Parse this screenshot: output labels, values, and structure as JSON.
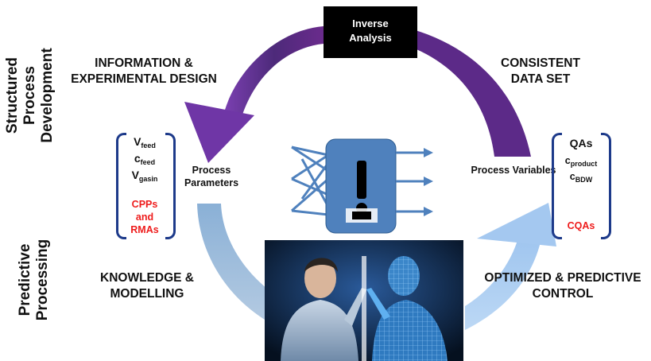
{
  "side_labels": {
    "top": [
      "Structured",
      "Process",
      "Development"
    ],
    "bottom": [
      "Predictive",
      "Processing"
    ]
  },
  "center_box": [
    "Inverse",
    "Analysis"
  ],
  "quadrants": {
    "top_left": [
      "INFORMATION &",
      "EXPERIMENTAL DESIGN"
    ],
    "top_right": [
      "CONSISTENT",
      "DATA SET"
    ],
    "bottom_left": [
      "KNOWLEDGE &",
      "MODELLING"
    ],
    "bottom_right": [
      "OPTIMIZED & PREDICTIVE",
      "CONTROL"
    ]
  },
  "process_parameters": [
    "Process",
    "Parameters"
  ],
  "process_variables": "Process Variables",
  "left_list": {
    "v_feed": {
      "base": "V",
      "sub": "feed"
    },
    "c_feed": {
      "base": "c",
      "sub": "feed"
    },
    "v_gasin": {
      "base": "V",
      "sub": "gasin"
    },
    "cpps": "CPPs",
    "and": "and",
    "rmas": "RMAs"
  },
  "right_list": {
    "qas": "QAs",
    "c_product": {
      "base": "c",
      "sub": "product"
    },
    "c_bdw": {
      "base": "c",
      "sub": "BDW"
    },
    "cqas": "CQAs"
  },
  "colors": {
    "purple_arrow": "#5e2a86",
    "blue_arrow": "#8fb3d6",
    "bracket": "#1d3a8a",
    "black_box": "#000000",
    "accent_red": "#ee1c1c",
    "model_blue": "#4f81bd"
  }
}
